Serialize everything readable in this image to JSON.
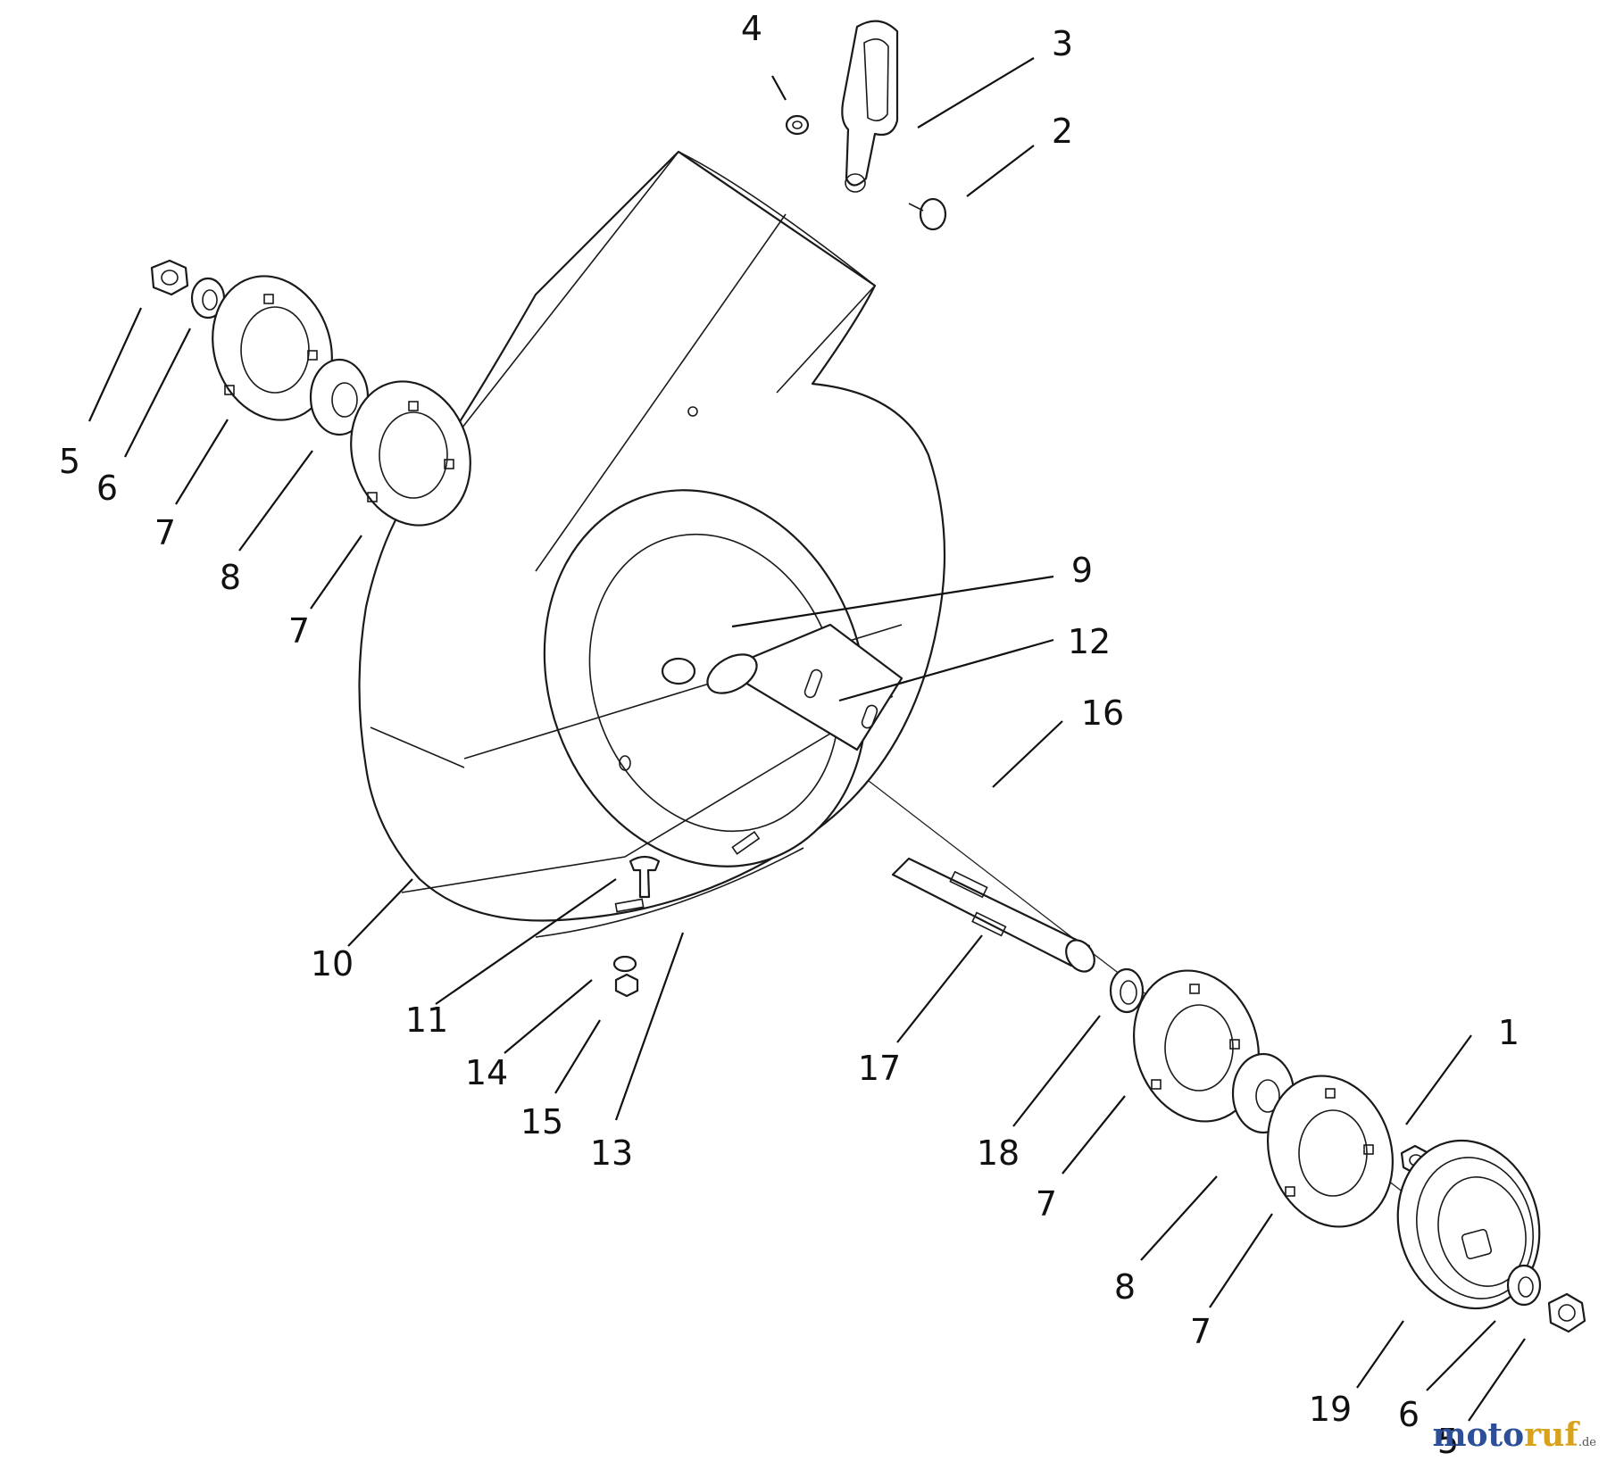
{
  "diagram": {
    "callouts": [
      {
        "id": "c1",
        "text": "1"
      },
      {
        "id": "c2",
        "text": "2"
      },
      {
        "id": "c3",
        "text": "3"
      },
      {
        "id": "c4",
        "text": "4"
      },
      {
        "id": "c5a",
        "text": "5"
      },
      {
        "id": "c5b",
        "text": "5"
      },
      {
        "id": "c6a",
        "text": "6"
      },
      {
        "id": "c6b",
        "text": "6"
      },
      {
        "id": "c7a",
        "text": "7"
      },
      {
        "id": "c7b",
        "text": "7"
      },
      {
        "id": "c7c",
        "text": "7"
      },
      {
        "id": "c7d",
        "text": "7"
      },
      {
        "id": "c8a",
        "text": "8"
      },
      {
        "id": "c8b",
        "text": "8"
      },
      {
        "id": "c9",
        "text": "9"
      },
      {
        "id": "c10",
        "text": "10"
      },
      {
        "id": "c11",
        "text": "11"
      },
      {
        "id": "c12",
        "text": "12"
      },
      {
        "id": "c13",
        "text": "13"
      },
      {
        "id": "c14",
        "text": "14"
      },
      {
        "id": "c15",
        "text": "15"
      },
      {
        "id": "c16",
        "text": "16"
      },
      {
        "id": "c17",
        "text": "17"
      },
      {
        "id": "c18",
        "text": "18"
      },
      {
        "id": "c19",
        "text": "19"
      }
    ]
  },
  "watermark": {
    "part1": "moto",
    "part2": "ruf",
    "suffix": ".de"
  }
}
